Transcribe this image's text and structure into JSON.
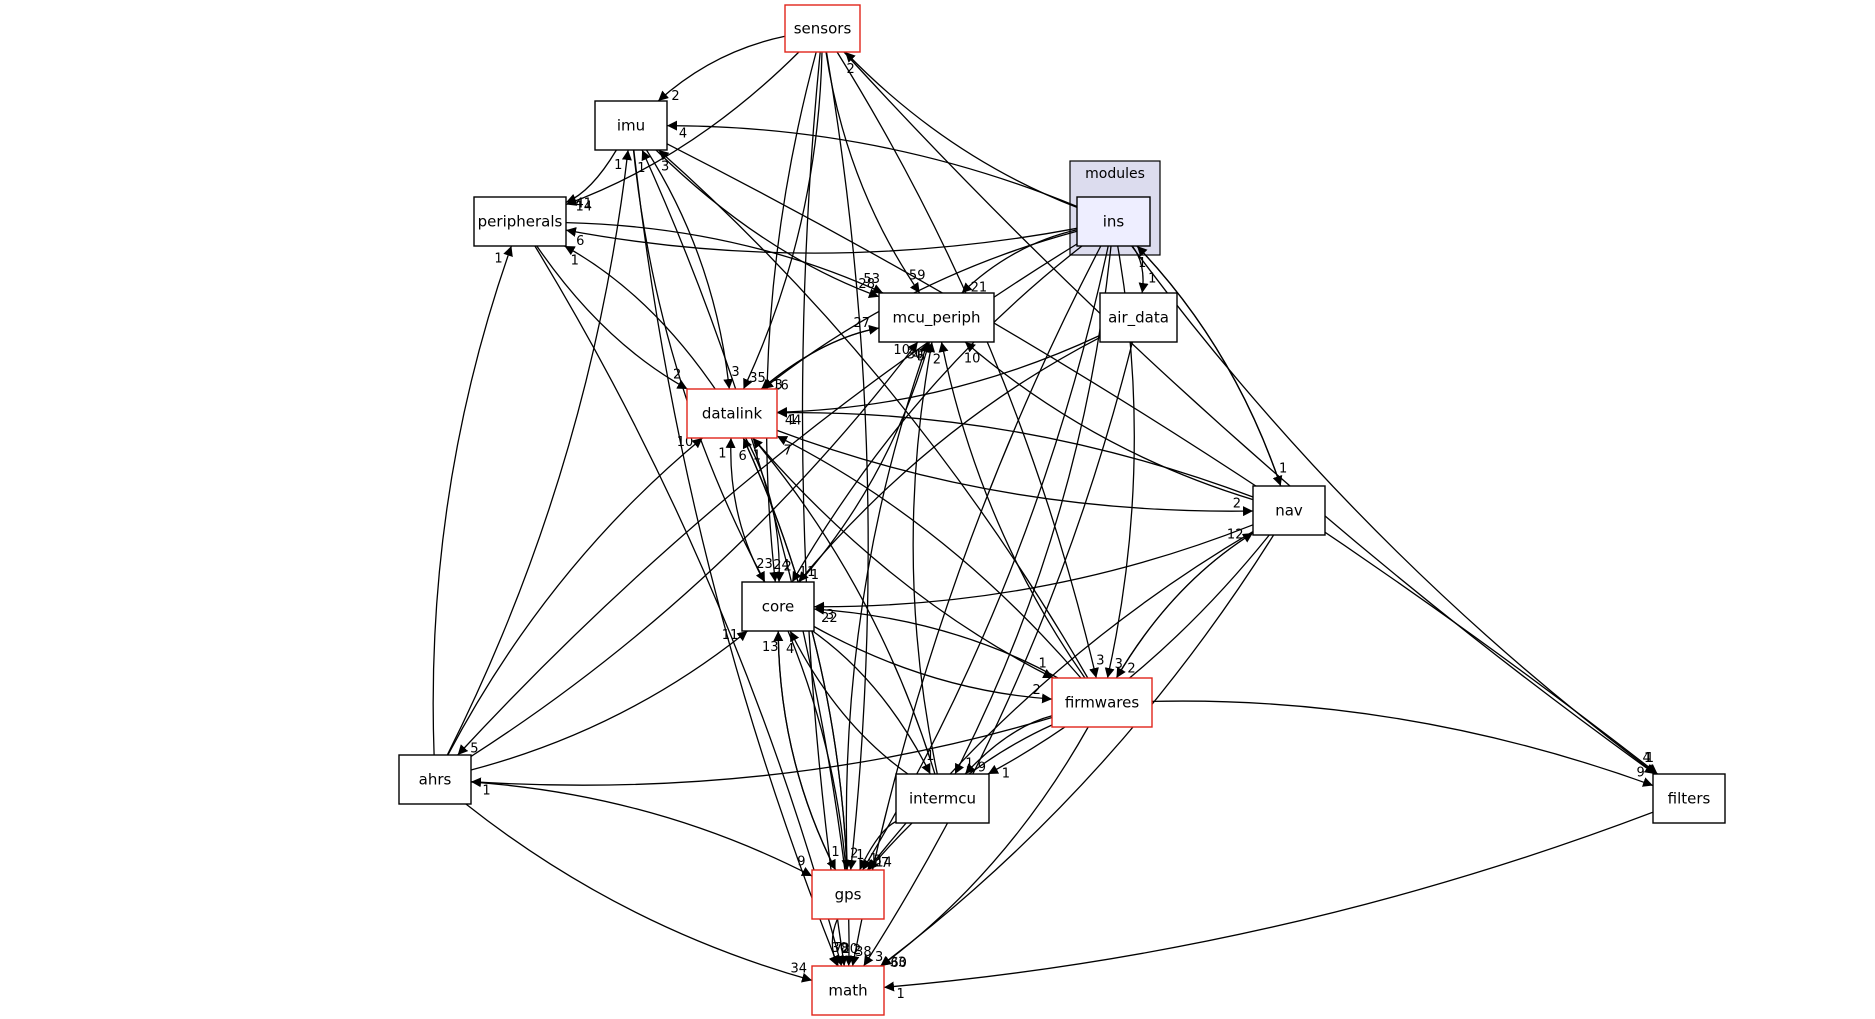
{
  "cluster": {
    "label": "modules"
  },
  "colors": {
    "normal_border": "#000000",
    "red_border": "#e0251b",
    "cluster_fill": "#dcdcee",
    "current_fill": "#eeeeff"
  },
  "nodes": [
    {
      "id": "sensors",
      "label": "sensors",
      "style": "red"
    },
    {
      "id": "imu",
      "label": "imu",
      "style": "normal"
    },
    {
      "id": "peripherals",
      "label": "peripherals",
      "style": "normal"
    },
    {
      "id": "ins",
      "label": "ins",
      "style": "current"
    },
    {
      "id": "mcu_periph",
      "label": "mcu_periph",
      "style": "normal"
    },
    {
      "id": "air_data",
      "label": "air_data",
      "style": "normal"
    },
    {
      "id": "datalink",
      "label": "datalink",
      "style": "red"
    },
    {
      "id": "nav",
      "label": "nav",
      "style": "normal"
    },
    {
      "id": "core",
      "label": "core",
      "style": "normal"
    },
    {
      "id": "firmwares",
      "label": "firmwares",
      "style": "red"
    },
    {
      "id": "ahrs",
      "label": "ahrs",
      "style": "normal"
    },
    {
      "id": "intermcu",
      "label": "intermcu",
      "style": "normal"
    },
    {
      "id": "filters",
      "label": "filters",
      "style": "normal"
    },
    {
      "id": "gps",
      "label": "gps",
      "style": "red"
    },
    {
      "id": "math",
      "label": "math",
      "style": "red"
    }
  ],
  "edges": [
    {
      "from": "sensors",
      "to": "imu",
      "label": "2"
    },
    {
      "from": "sensors",
      "to": "peripherals",
      "label": "14"
    },
    {
      "from": "sensors",
      "to": "mcu_periph",
      "label": "59"
    },
    {
      "from": "sensors",
      "to": "datalink",
      "label": "35"
    },
    {
      "from": "sensors",
      "to": "core",
      "label": "24"
    },
    {
      "from": "sensors",
      "to": "firmwares",
      "label": "3"
    },
    {
      "from": "sensors",
      "to": "filters",
      "label": "4"
    },
    {
      "from": "sensors",
      "to": "gps",
      "label": "1"
    },
    {
      "from": "sensors",
      "to": "math",
      "label": "20"
    },
    {
      "from": "imu",
      "to": "peripherals",
      "label": "41"
    },
    {
      "from": "imu",
      "to": "mcu_periph",
      "label": "28"
    },
    {
      "from": "imu",
      "to": "datalink",
      "label": "3"
    },
    {
      "from": "imu",
      "to": "core",
      "label": "23"
    },
    {
      "from": "imu",
      "to": "filters",
      "label": "1"
    },
    {
      "from": "imu",
      "to": "math",
      "label": "30"
    },
    {
      "from": "ins",
      "to": "sensors",
      "label": "2"
    },
    {
      "from": "ins",
      "to": "imu",
      "label": "4"
    },
    {
      "from": "ins",
      "to": "peripherals",
      "label": "6"
    },
    {
      "from": "ins",
      "to": "mcu_periph",
      "label": "21"
    },
    {
      "from": "ins",
      "to": "air_data",
      "label": "1"
    },
    {
      "from": "ins",
      "to": "datalink",
      "label": "16"
    },
    {
      "from": "ins",
      "to": "nav",
      "label": "1"
    },
    {
      "from": "ins",
      "to": "core",
      "label": "11"
    },
    {
      "from": "ins",
      "to": "firmwares",
      "label": "3"
    },
    {
      "from": "ins",
      "to": "ahrs",
      "label": "5"
    },
    {
      "from": "ins",
      "to": "intermcu",
      "label": "1"
    },
    {
      "from": "ins",
      "to": "filters",
      "label": "1"
    },
    {
      "from": "ins",
      "to": "gps",
      "label": "3"
    },
    {
      "from": "ins",
      "to": "math",
      "label": "38"
    },
    {
      "from": "peripherals",
      "to": "mcu_periph",
      "label": "53"
    },
    {
      "from": "peripherals",
      "to": "datalink",
      "label": "2"
    },
    {
      "from": "peripherals",
      "to": "math",
      "label": "8"
    },
    {
      "from": "mcu_periph",
      "to": "datalink",
      "label": "3"
    },
    {
      "from": "air_data",
      "to": "datalink",
      "label": "1"
    },
    {
      "from": "air_data",
      "to": "core",
      "label": "1"
    },
    {
      "from": "air_data",
      "to": "math",
      "label": "3"
    },
    {
      "from": "datalink",
      "to": "peripherals",
      "label": "1"
    },
    {
      "from": "datalink",
      "to": "mcu_periph",
      "label": "27"
    },
    {
      "from": "datalink",
      "to": "nav",
      "label": "2"
    },
    {
      "from": "datalink",
      "to": "core",
      "label": "2"
    },
    {
      "from": "datalink",
      "to": "firmwares",
      "label": "1"
    },
    {
      "from": "datalink",
      "to": "gps",
      "label": "2"
    },
    {
      "from": "nav",
      "to": "ins",
      "label": "1"
    },
    {
      "from": "nav",
      "to": "mcu_periph",
      "label": "10"
    },
    {
      "from": "nav",
      "to": "datalink",
      "label": "44"
    },
    {
      "from": "nav",
      "to": "core",
      "label": "3"
    },
    {
      "from": "nav",
      "to": "firmwares",
      "label": "2"
    },
    {
      "from": "nav",
      "to": "intermcu",
      "label": "1"
    },
    {
      "from": "nav",
      "to": "gps",
      "label": "14"
    },
    {
      "from": "nav",
      "to": "math",
      "label": "33"
    },
    {
      "from": "core",
      "to": "mcu_periph",
      "label": "4"
    },
    {
      "from": "core",
      "to": "datalink",
      "label": "1"
    },
    {
      "from": "core",
      "to": "firmwares",
      "label": "2"
    },
    {
      "from": "core",
      "to": "intermcu",
      "label": "1"
    },
    {
      "from": "core",
      "to": "gps",
      "label": "1"
    },
    {
      "from": "core",
      "to": "math",
      "label": "2"
    },
    {
      "from": "firmwares",
      "to": "imu",
      "label": "3"
    },
    {
      "from": "firmwares",
      "to": "mcu_periph",
      "label": "2"
    },
    {
      "from": "firmwares",
      "to": "datalink",
      "label": "7"
    },
    {
      "from": "firmwares",
      "to": "nav",
      "label": "12"
    },
    {
      "from": "firmwares",
      "to": "core",
      "label": "22"
    },
    {
      "from": "firmwares",
      "to": "ahrs",
      "label": "1"
    },
    {
      "from": "firmwares",
      "to": "intermcu",
      "label": "9"
    },
    {
      "from": "firmwares",
      "to": "filters",
      "label": "9"
    },
    {
      "from": "firmwares",
      "to": "gps",
      "label": "7"
    },
    {
      "from": "firmwares",
      "to": "math",
      "label": "60"
    },
    {
      "from": "ahrs",
      "to": "imu",
      "label": "1"
    },
    {
      "from": "ahrs",
      "to": "peripherals",
      "label": "1"
    },
    {
      "from": "ahrs",
      "to": "mcu_periph",
      "label": "10"
    },
    {
      "from": "ahrs",
      "to": "datalink",
      "label": "10"
    },
    {
      "from": "ahrs",
      "to": "core",
      "label": "11"
    },
    {
      "from": "ahrs",
      "to": "gps",
      "label": "9"
    },
    {
      "from": "ahrs",
      "to": "math",
      "label": "34"
    },
    {
      "from": "intermcu",
      "to": "mcu_periph",
      "label": "5"
    },
    {
      "from": "intermcu",
      "to": "datalink",
      "label": "1"
    },
    {
      "from": "intermcu",
      "to": "core",
      "label": "4"
    },
    {
      "from": "intermcu",
      "to": "gps",
      "label": "1"
    },
    {
      "from": "filters",
      "to": "math",
      "label": "1"
    },
    {
      "from": "gps",
      "to": "imu",
      "label": "1"
    },
    {
      "from": "gps",
      "to": "mcu_periph",
      "label": "30"
    },
    {
      "from": "gps",
      "to": "datalink",
      "label": "6"
    },
    {
      "from": "gps",
      "to": "core",
      "label": "13"
    },
    {
      "from": "gps",
      "to": "math",
      "label": "7"
    }
  ]
}
